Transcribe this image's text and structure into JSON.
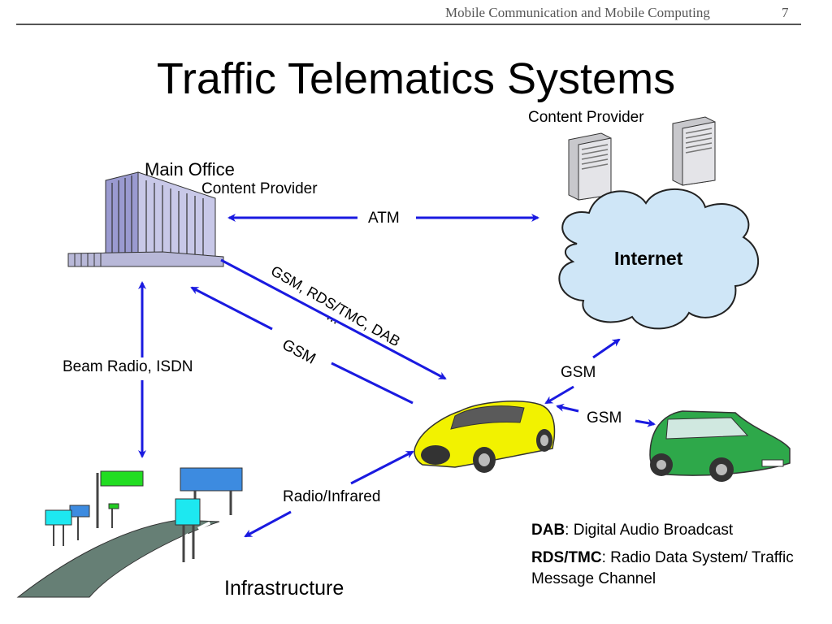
{
  "header": {
    "text": "Mobile Communication and Mobile Computing",
    "page": "7"
  },
  "title": "Traffic Telematics Systems",
  "nodes": {
    "main_office": "Main Office",
    "main_office_sub": "Content Provider",
    "content_provider": "Content Provider",
    "internet": "Internet",
    "infrastructure": "Infrastructure"
  },
  "links": {
    "atm": "ATM",
    "gsm_rds_dab": "GSM, RDS/TMC, DAB",
    "ellipsis": "...",
    "gsm_office": "GSM",
    "beam_radio": "Beam Radio, ISDN",
    "gsm_internet": "GSM",
    "gsm_car": "GSM",
    "radio_infrared": "Radio/Infrared"
  },
  "legend": [
    {
      "term": "DAB",
      "desc": ": Digital Audio Broadcast"
    },
    {
      "term": "RDS/TMC",
      "desc": ": Radio Data System/ Traffic Message Channel"
    }
  ],
  "colors": {
    "arrow": "#1a1ae0",
    "cloud": "#cfe6f7",
    "car_yellow": "#f2f200",
    "car_green": "#2ea84a"
  }
}
